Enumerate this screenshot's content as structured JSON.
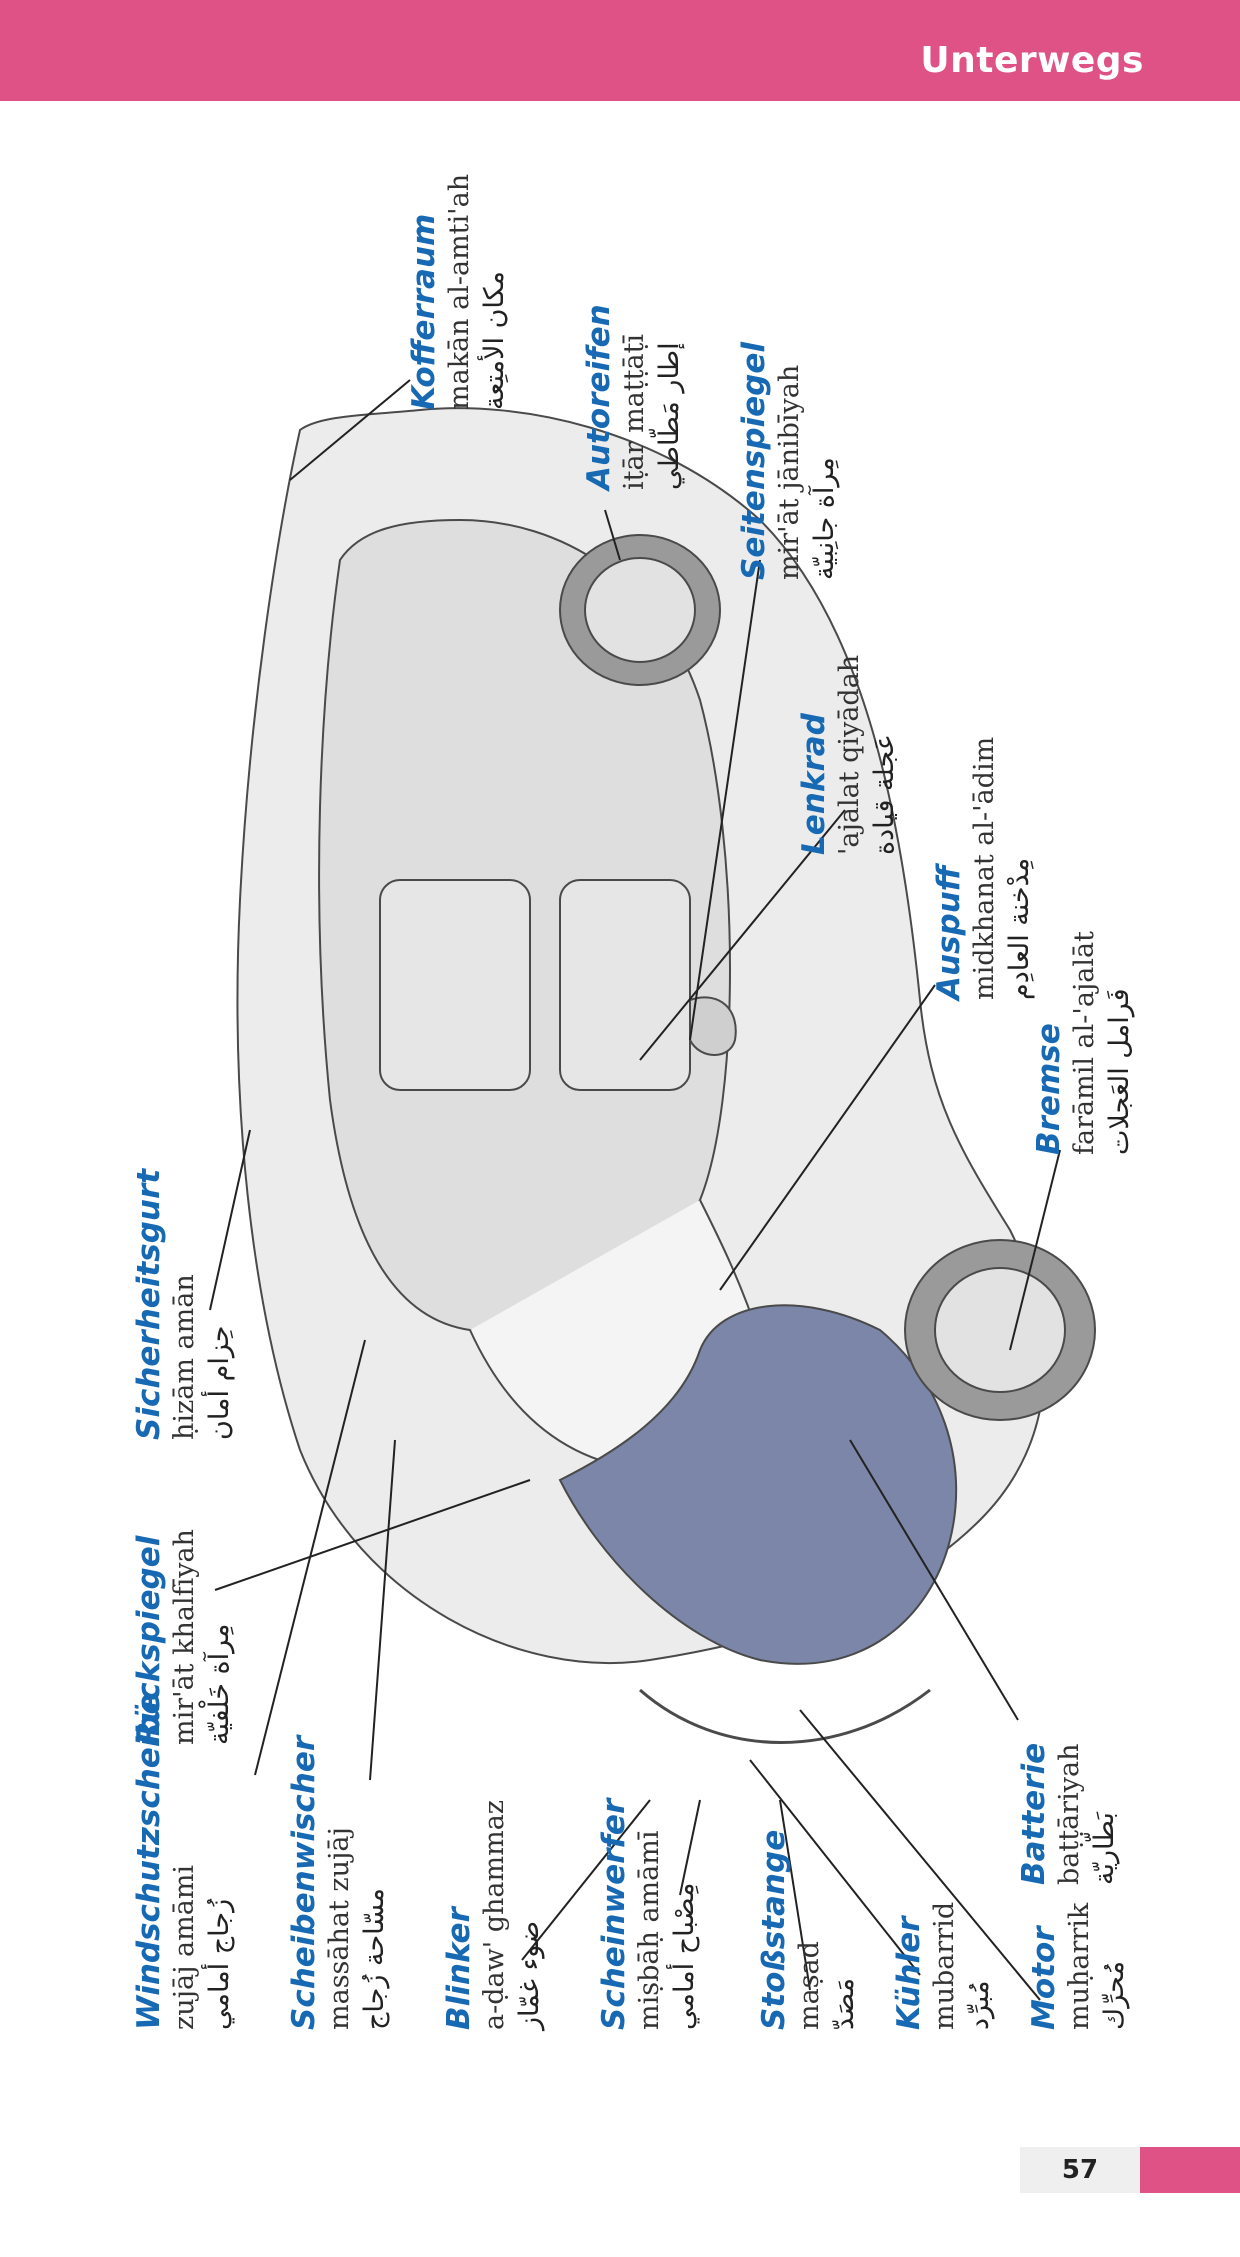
{
  "header": {
    "title": "Unterwegs"
  },
  "footer": {
    "page_number": "57"
  },
  "colors": {
    "accent": "#de5286",
    "label_blue": "#1769b4"
  },
  "illustration": {
    "subject": "car-cutaway"
  },
  "labels": [
    {
      "de": "Windschutzscheibe",
      "tr": "zujāj amāmi",
      "ar": "زُجاج أمامي"
    },
    {
      "de": "Scheibenwischer",
      "tr": "massāhat zujāj",
      "ar": "مسّاحة زُجاج"
    },
    {
      "de": "Blinker",
      "tr": "a-ḍaw' ghammaz",
      "ar": "ضوء غمّاز"
    },
    {
      "de": "Scheinwerfer",
      "tr": "miṣbāḥ amāmī",
      "ar": "مِصْباح أمامي"
    },
    {
      "de": "Stoßstange",
      "tr": "maṣad",
      "ar": "مَصَدّ"
    },
    {
      "de": "Kühler",
      "tr": "mubarrid",
      "ar": "مُبرِّد"
    },
    {
      "de": "Motor",
      "tr": "muḥarrik",
      "ar": "مُحرِّك"
    },
    {
      "de": "Rückspiegel",
      "tr": "mir'āt khalfīyah",
      "ar": "مِرآة خَلْفيّة"
    },
    {
      "de": "Sicherheitsgurt",
      "tr": "ḥizām amān",
      "ar": "حِزام أمان"
    },
    {
      "de": "Batterie",
      "tr": "baṭṭāriyah",
      "ar": "بَطّاريّة"
    },
    {
      "de": "Bremse",
      "tr": "farāmil al-'ajalāt",
      "ar": "فَرامل العَجلات"
    },
    {
      "de": "Auspuff",
      "tr": "midkhanat al-'ādim",
      "ar": "مِدْخنة العادِم"
    },
    {
      "de": "Lenkrad",
      "tr": "'ajalat qiyādah",
      "ar": "عَجلة قيادة"
    },
    {
      "de": "Seitenspiegel",
      "tr": "mir'āt jānibīyah",
      "ar": "مِرآة جانِبيّة"
    },
    {
      "de": "Autoreifen",
      "tr": "iṭār maṭṭāṭī",
      "ar": "إطار مَطّاطي"
    },
    {
      "de": "Kofferraum",
      "tr": "makān al-amti'ah",
      "ar": "مكان الأمتِعة"
    }
  ]
}
